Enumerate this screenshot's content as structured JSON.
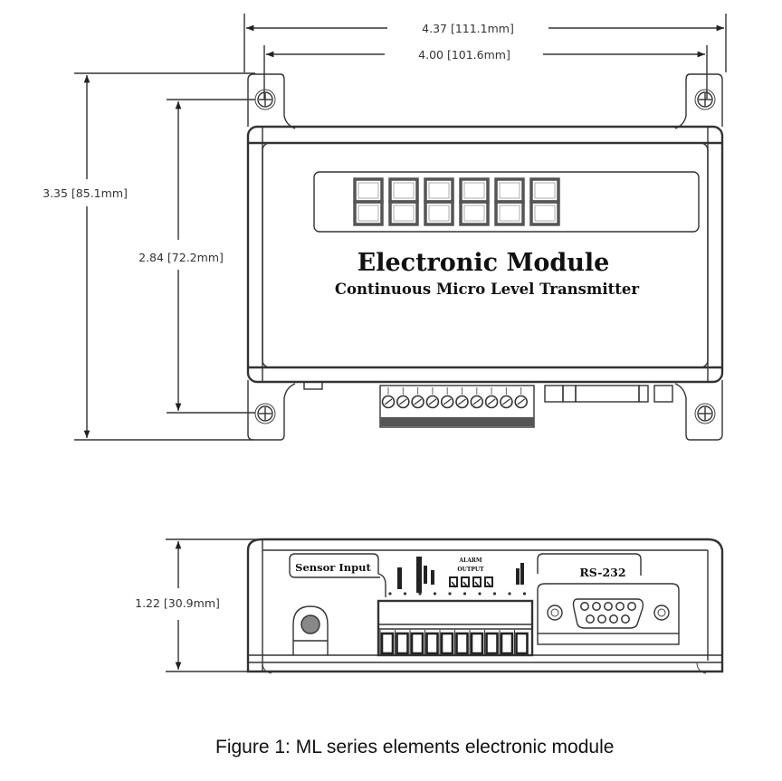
{
  "front_view": {
    "dim_overall_width": "4.37  [111.1mm]",
    "dim_hole_width": "4.00  [101.6mm]",
    "dim_overall_height": "3.35  [85.1mm]",
    "dim_hole_height": "2.84  [72.2mm]",
    "display_digits": 6,
    "title": "Electronic Module",
    "subtitle": "Continuous Micro Level Transmitter",
    "terminal_count": 10
  },
  "side_view": {
    "dim_height": "1.22  [30.9mm]",
    "sensor_label": "Sensor Input",
    "alarm_label_1": "ALARM",
    "alarm_label_2": "OUTPUT",
    "rs232_label": "RS-232",
    "terminal_count": 10
  },
  "caption": "Figure 1: ML series elements electronic module",
  "colors": {
    "line": "#333333",
    "background": "#ffffff"
  }
}
